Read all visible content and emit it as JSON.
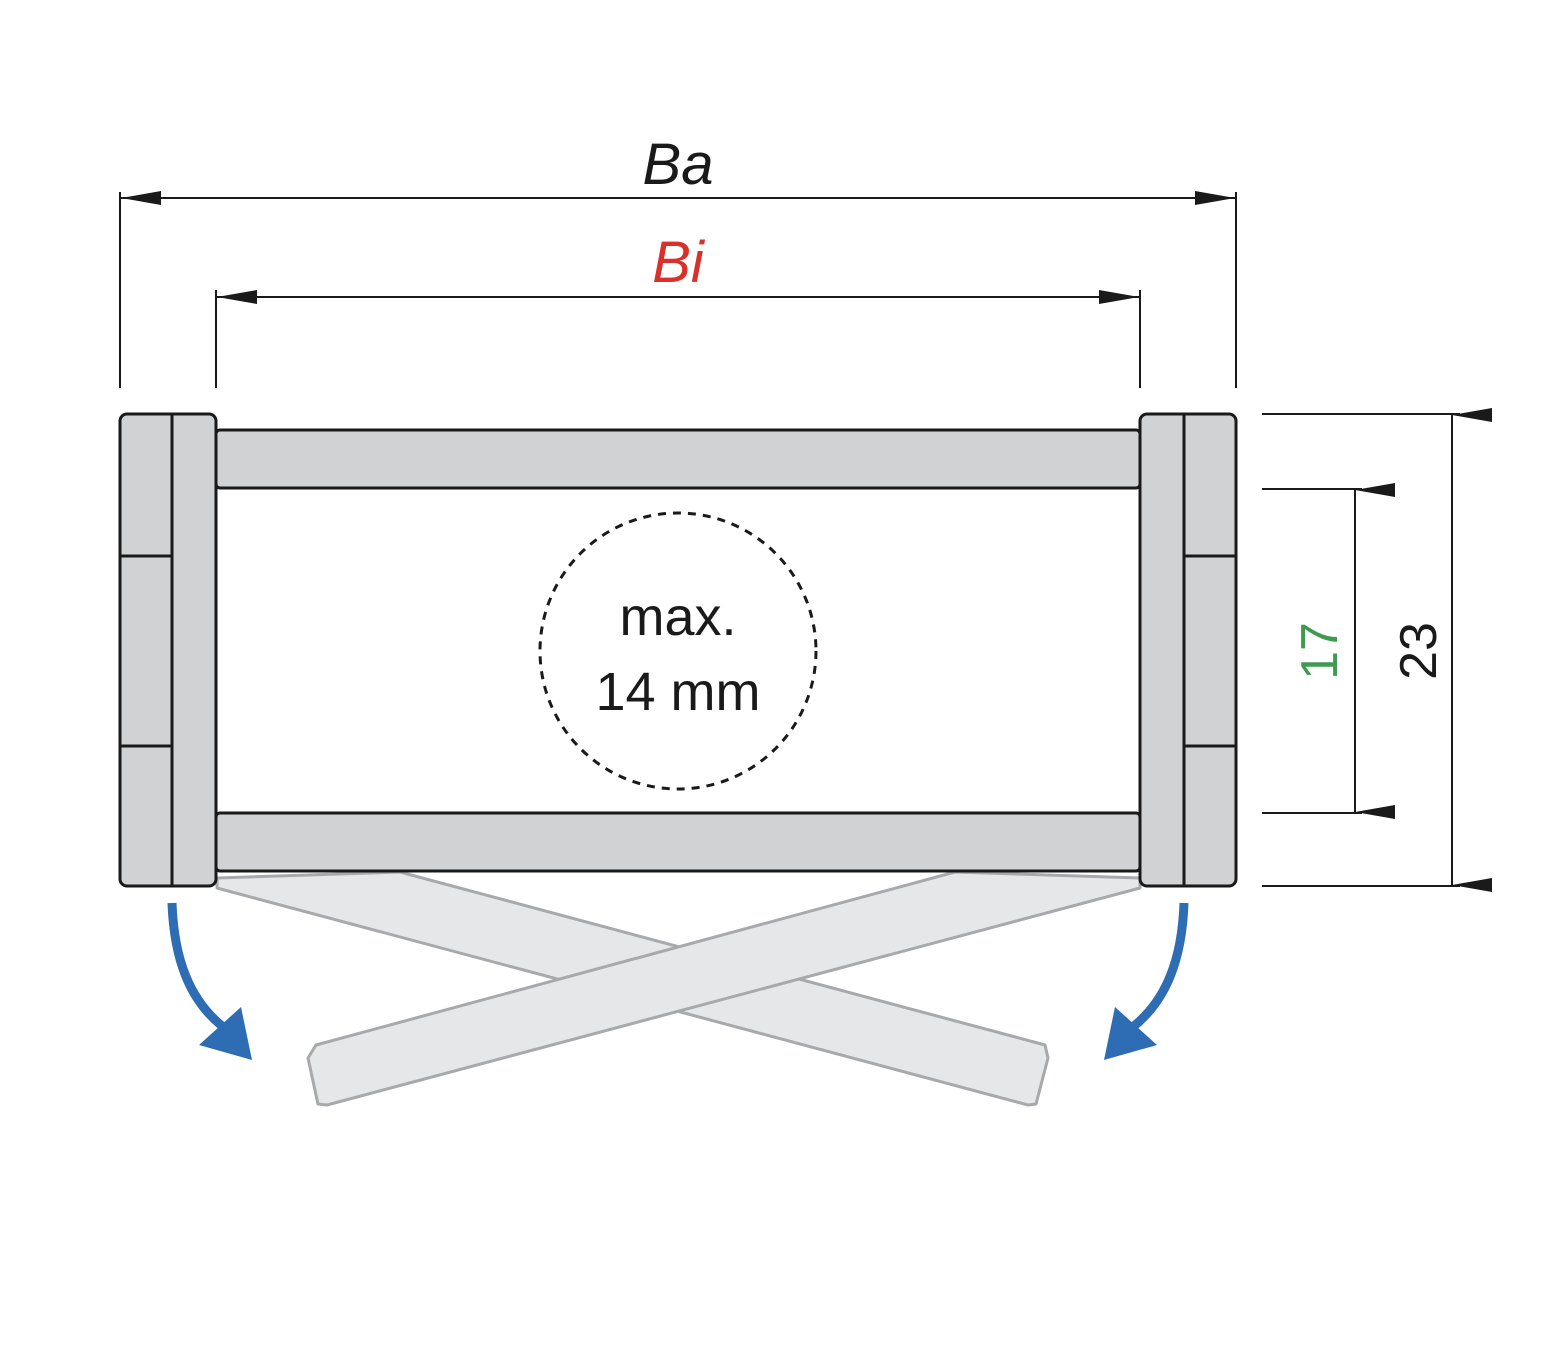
{
  "labels": {
    "outer_width": "Ba",
    "inner_width": "Bi",
    "inner_height": "17",
    "outer_height": "23",
    "capacity_line1": "max.",
    "capacity_line2": "14 mm"
  },
  "colors": {
    "outline": "#1a1a1a",
    "part_fill": "#d1d2d4",
    "open_bar_fill": "#e6e7e8",
    "open_bar_stroke": "#a7a9ac",
    "inner_width_label": "#d9302b",
    "inner_height_label": "#3f9a51",
    "arrow": "#2e6db4"
  }
}
